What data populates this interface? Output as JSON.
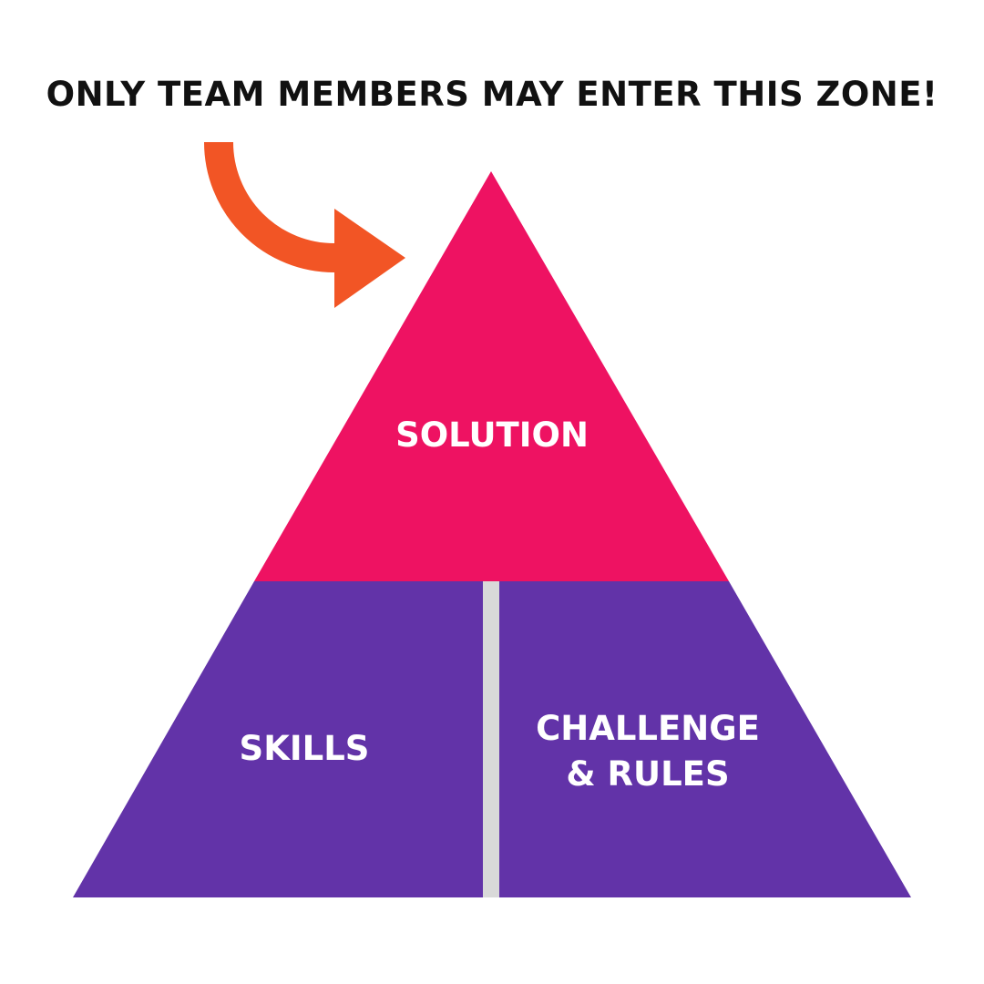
{
  "headline": "ONLY TEAM MEMBERS MAY ENTER THIS ZONE!",
  "pyramid": {
    "top": {
      "label": "SOLUTION",
      "color": "#EE1262"
    },
    "bottom_left": {
      "label": "SKILLS",
      "color": "#6233A8"
    },
    "bottom_right": {
      "label_line1": "CHALLENGE",
      "label_line2": "& RULES",
      "color": "#6233A8"
    },
    "divider_color": "#D9D9D9"
  },
  "arrow": {
    "icon": "curved-arrow-icon",
    "color": "#F25525"
  },
  "text_color_on_shapes": "#FFFFFF"
}
